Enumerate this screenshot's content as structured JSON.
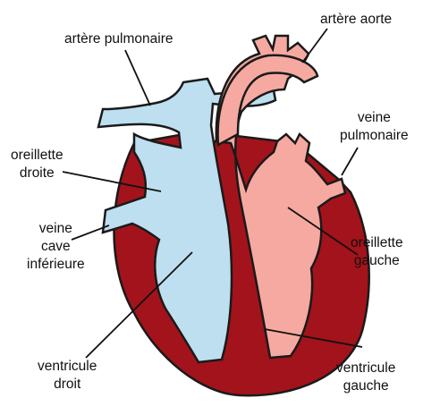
{
  "labels": {
    "artere_pulmonaire": [
      "artère pulmonaire"
    ],
    "artere_aorte": [
      "artère aorte"
    ],
    "veine_pulmonaire": [
      "veine",
      "pulmonaire"
    ],
    "oreillette_droite": [
      "oreillette",
      "droite"
    ],
    "oreillette_gauche": [
      "oreillette",
      "gauche"
    ],
    "veine_cave_inferieure": [
      "veine",
      "cave",
      "inférieure"
    ],
    "ventricule_droit": [
      "ventricule",
      "droit"
    ],
    "ventricule_gauche": [
      "ventricule",
      "gauche"
    ]
  },
  "colors": {
    "muscle": "#a3131b",
    "right_side_blood": "#bddff0",
    "left_side_blood": "#f6a9a0",
    "outline": "#1a1a1a",
    "leader_line": "#111111"
  }
}
